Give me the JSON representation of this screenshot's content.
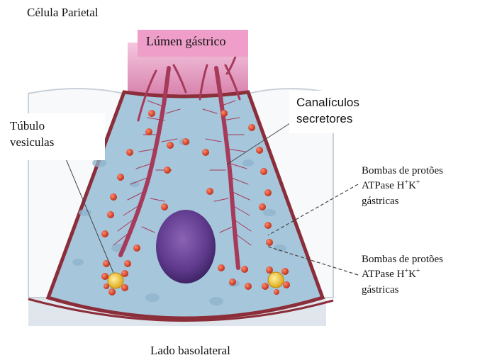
{
  "title": "Célula Parietal",
  "lumen_label": "Lúmen gástrico",
  "tubulo_label": [
    "Túbulo",
    "vesiculas"
  ],
  "canaliculos_label": [
    "Canalículos",
    "secretores"
  ],
  "bombas_label_1": {
    "line1": "Bombas de protões",
    "line2_a": "ATPase H",
    "line2_sup1": "+",
    "line2_b": "K",
    "line2_sup2": "+",
    "line3": "gástricas"
  },
  "bombas_label_2": {
    "line1": "Bombas de protões",
    "line2_a": "ATPase H",
    "line2_sup1": "+",
    "line2_b": "K",
    "line2_sup2": "+",
    "line3": "gástricas"
  },
  "basolateral_label": "Lado basolateral",
  "colors": {
    "cytoplasm": "#a6c6dc",
    "membrane": "#8b2e3a",
    "canaliculus": "#a63a5a",
    "pump": "#d6452b",
    "vesicle": "#f2c12e",
    "nucleus": "#6a3f92",
    "lumen": "#ee9ec8"
  }
}
